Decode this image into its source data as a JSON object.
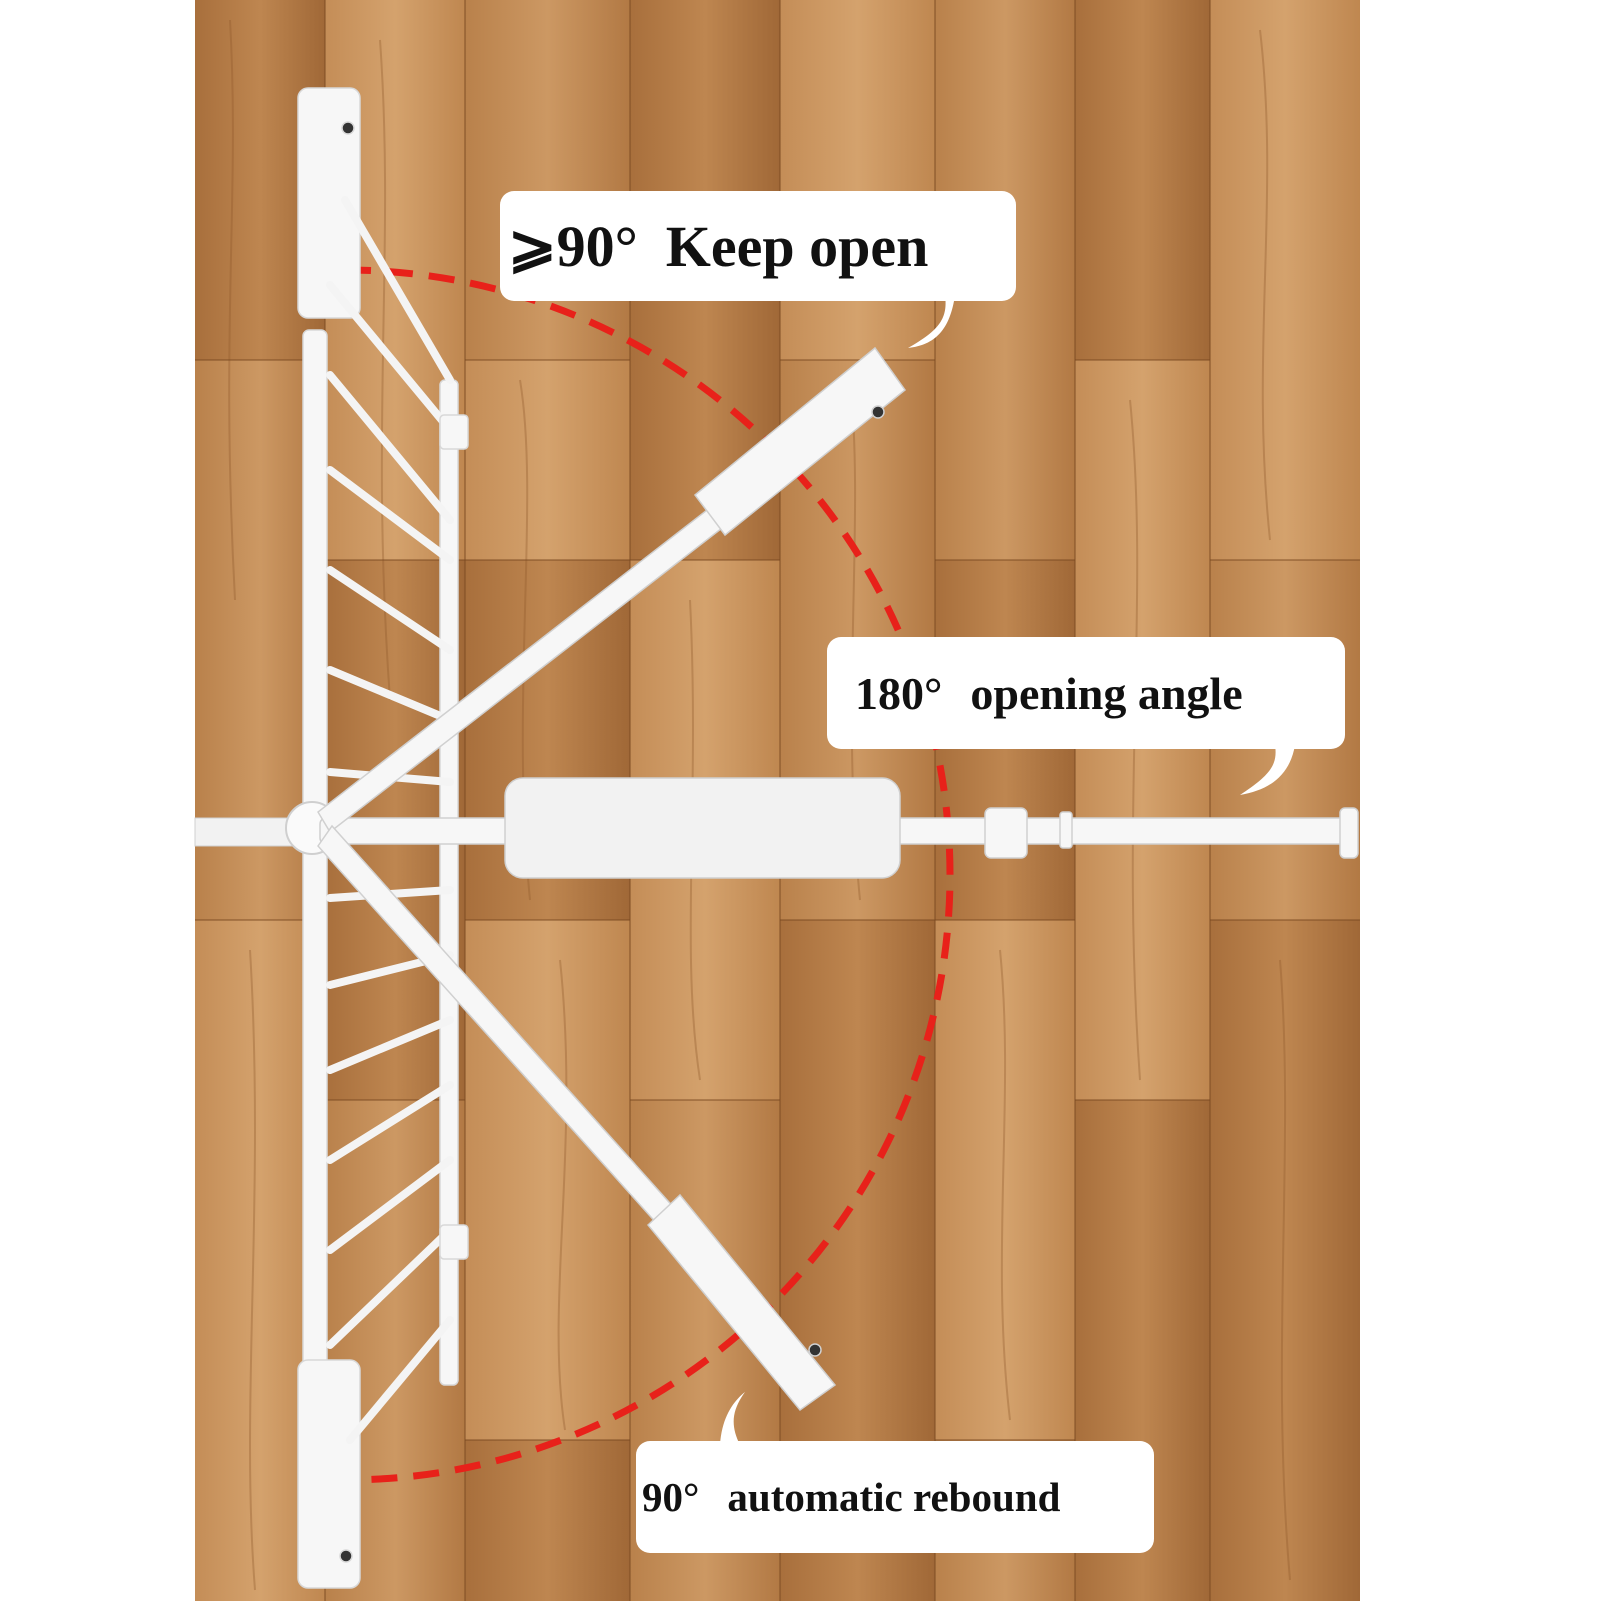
{
  "callouts": {
    "keep_open": {
      "angle": "⩾90°",
      "text": "Keep open"
    },
    "opening_angle": {
      "angle": "180°",
      "text": "opening angle"
    },
    "rebound": {
      "angle": "90°",
      "text": "automatic rebound"
    }
  },
  "colors": {
    "wood_light": "#c99560",
    "wood_mid": "#b37a45",
    "wood_dark": "#8f5a2c",
    "gate_white": "#f7f7f7",
    "arc_red": "#e8211a",
    "callout_bg": "#ffffff"
  }
}
